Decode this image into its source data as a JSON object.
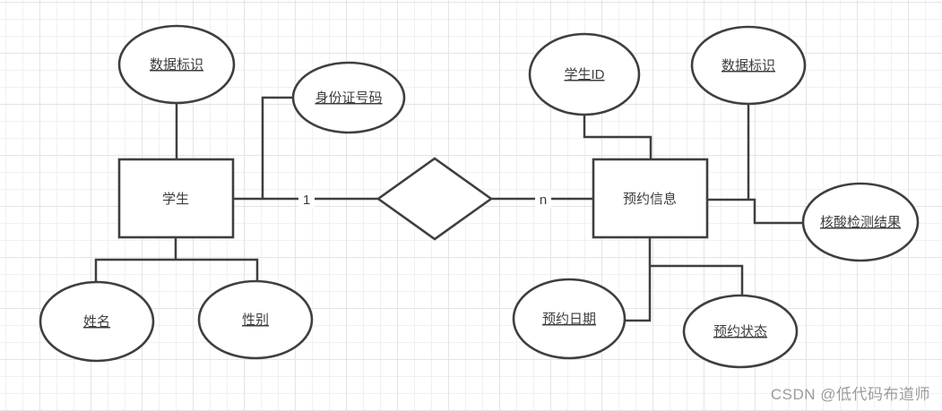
{
  "colors": {
    "canvas_bg": "#ffffff",
    "grid_minor": "#f1f1f1",
    "grid_major": "#e4e4e4",
    "shape_stroke": "#3f3f3f",
    "shape_fill": "#ffffff",
    "text": "#3d3d3d",
    "watermark_text": "#9b9b9b"
  },
  "er_diagram": {
    "entities": [
      {
        "id": "student",
        "label": "学生"
      },
      {
        "id": "appointment",
        "label": "预约信息"
      }
    ],
    "relationship": {
      "shape": "diamond",
      "label": "",
      "cardinality_left": "1",
      "cardinality_right": "n"
    },
    "attributes": {
      "student": [
        {
          "label": "数据标识",
          "underlined": true
        },
        {
          "label": "身份证号码",
          "underlined": true
        },
        {
          "label": "姓名",
          "underlined": true
        },
        {
          "label": "性别",
          "underlined": true
        }
      ],
      "appointment": [
        {
          "label": "学生ID",
          "underlined": true
        },
        {
          "label": "数据标识",
          "underlined": true
        },
        {
          "label": "核酸检测结果",
          "underlined": true
        },
        {
          "label": "预约日期",
          "underlined": true
        },
        {
          "label": "预约状态",
          "underlined": true
        }
      ]
    }
  },
  "watermark": "CSDN @低代码布道师"
}
